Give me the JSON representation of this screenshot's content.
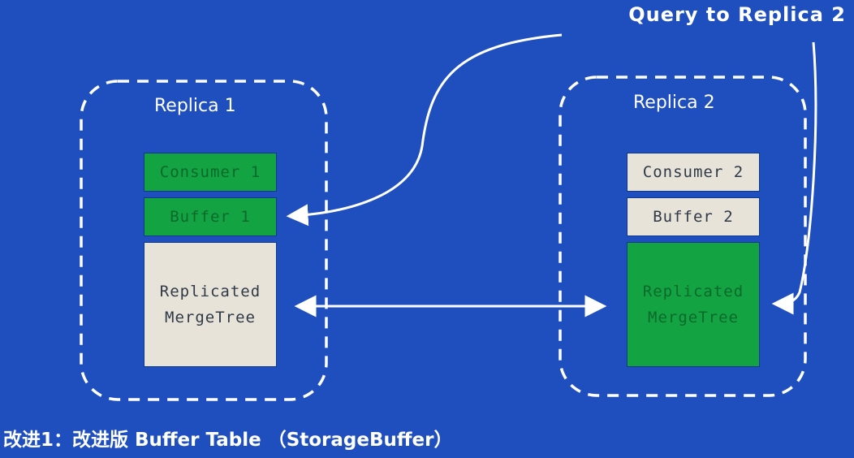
{
  "query_label": "Query to Replica 2",
  "replica1": {
    "title": "Replica 1",
    "consumer": "Consumer 1",
    "buffer": "Buffer 1",
    "table_line1": "Replicated",
    "table_line2": "MergeTree"
  },
  "replica2": {
    "title": "Replica 2",
    "consumer": "Consumer 2",
    "buffer": "Buffer 2",
    "table_line1": "Replicated",
    "table_line2": "MergeTree"
  },
  "footer": "改进1：改进版 Buffer Table （StorageBuffer）",
  "colors": {
    "background": "#1f4fbf",
    "active_green": "#13a343",
    "inactive_beige": "#e8e3d8",
    "lines": "#ffffff"
  }
}
